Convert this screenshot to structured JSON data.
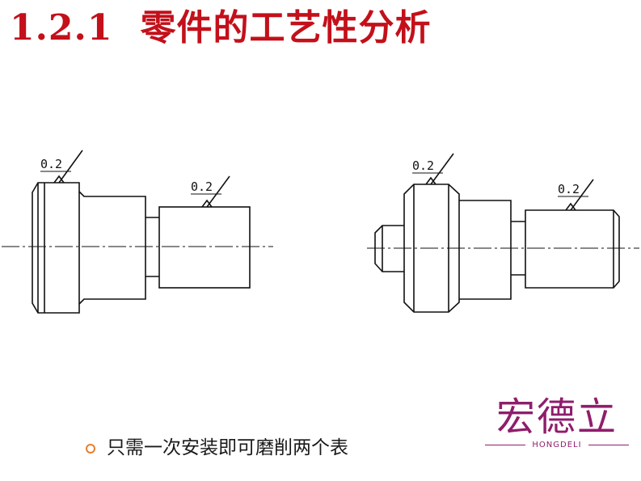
{
  "slide": {
    "title_number": "1.2.1",
    "title_text": "零件的工艺性分析",
    "title_color": "#c3101a",
    "bullet_text": "只需一次安装即可磨削两个表",
    "bullet_color": "#e87e2c"
  },
  "logo": {
    "chinese": "宏德立",
    "english": "HONGDELI",
    "color": "#8f1d6c"
  },
  "drawing_left": {
    "roughness_1": "0.2",
    "roughness_2": "0.2"
  },
  "drawing_right": {
    "roughness_1": "0.2",
    "roughness_2": "0.2"
  }
}
